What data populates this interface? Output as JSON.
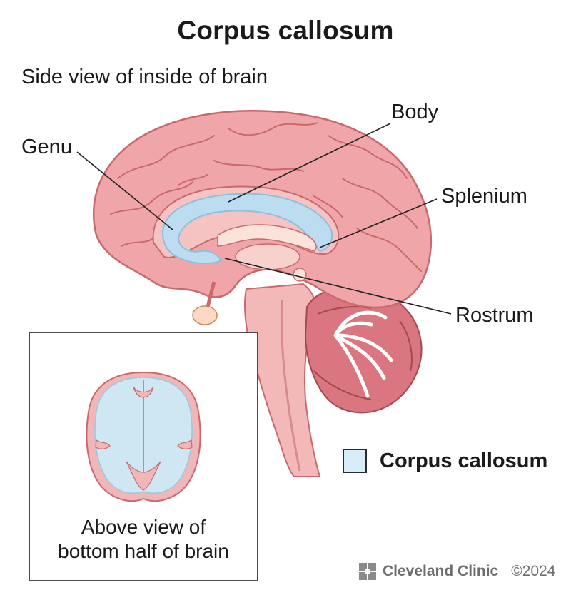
{
  "title": "Corpus callosum",
  "subtitle": "Side view of inside of brain",
  "labels": {
    "genu": "Genu",
    "body": "Body",
    "splenium": "Splenium",
    "rostrum": "Rostrum"
  },
  "inset": {
    "caption_line1": "Above view of",
    "caption_line2": "bottom half of brain"
  },
  "legend": {
    "label": "Corpus callosum",
    "swatch_color": "#d6ecf7"
  },
  "branding": {
    "name": "Cleveland Clinic",
    "copyright": "©2024"
  },
  "colors": {
    "brain_pink": "#f0a6a8",
    "brain_outline": "#c9686d",
    "corpus_callosum_blue": "#bcdcf0",
    "cerebellum": "#d9767f"
  }
}
